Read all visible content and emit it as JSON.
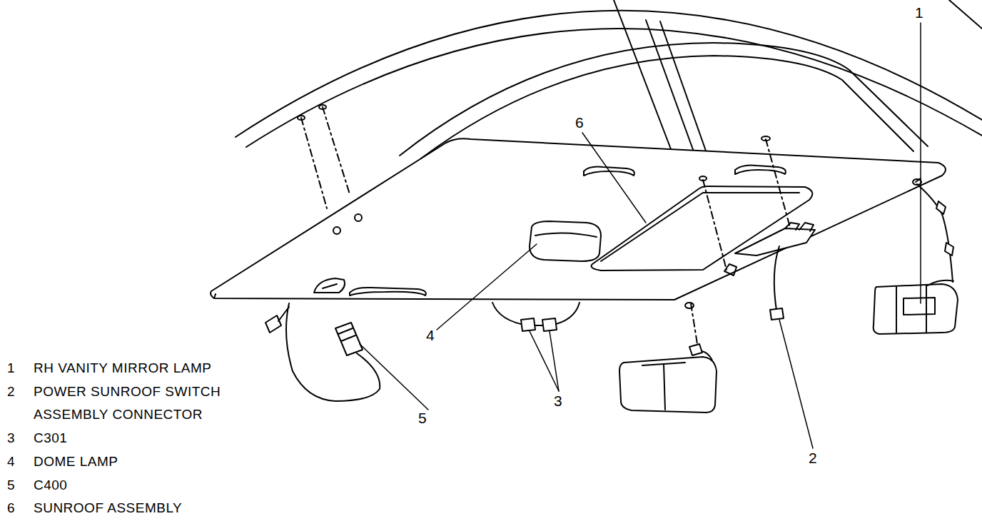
{
  "diagram": {
    "labels": [
      "1",
      "6",
      "4",
      "5",
      "3",
      "2",
      "1",
      "RH VANITY MIRROR LAMP",
      "2",
      "POWER SUNROOF SWITCH ASSEMBLY CONNECTOR",
      "3",
      "C301",
      "4",
      "DOME LAMP",
      "5",
      "C400",
      "6",
      "SUNROOF ASSEMBLY"
    ]
  }
}
